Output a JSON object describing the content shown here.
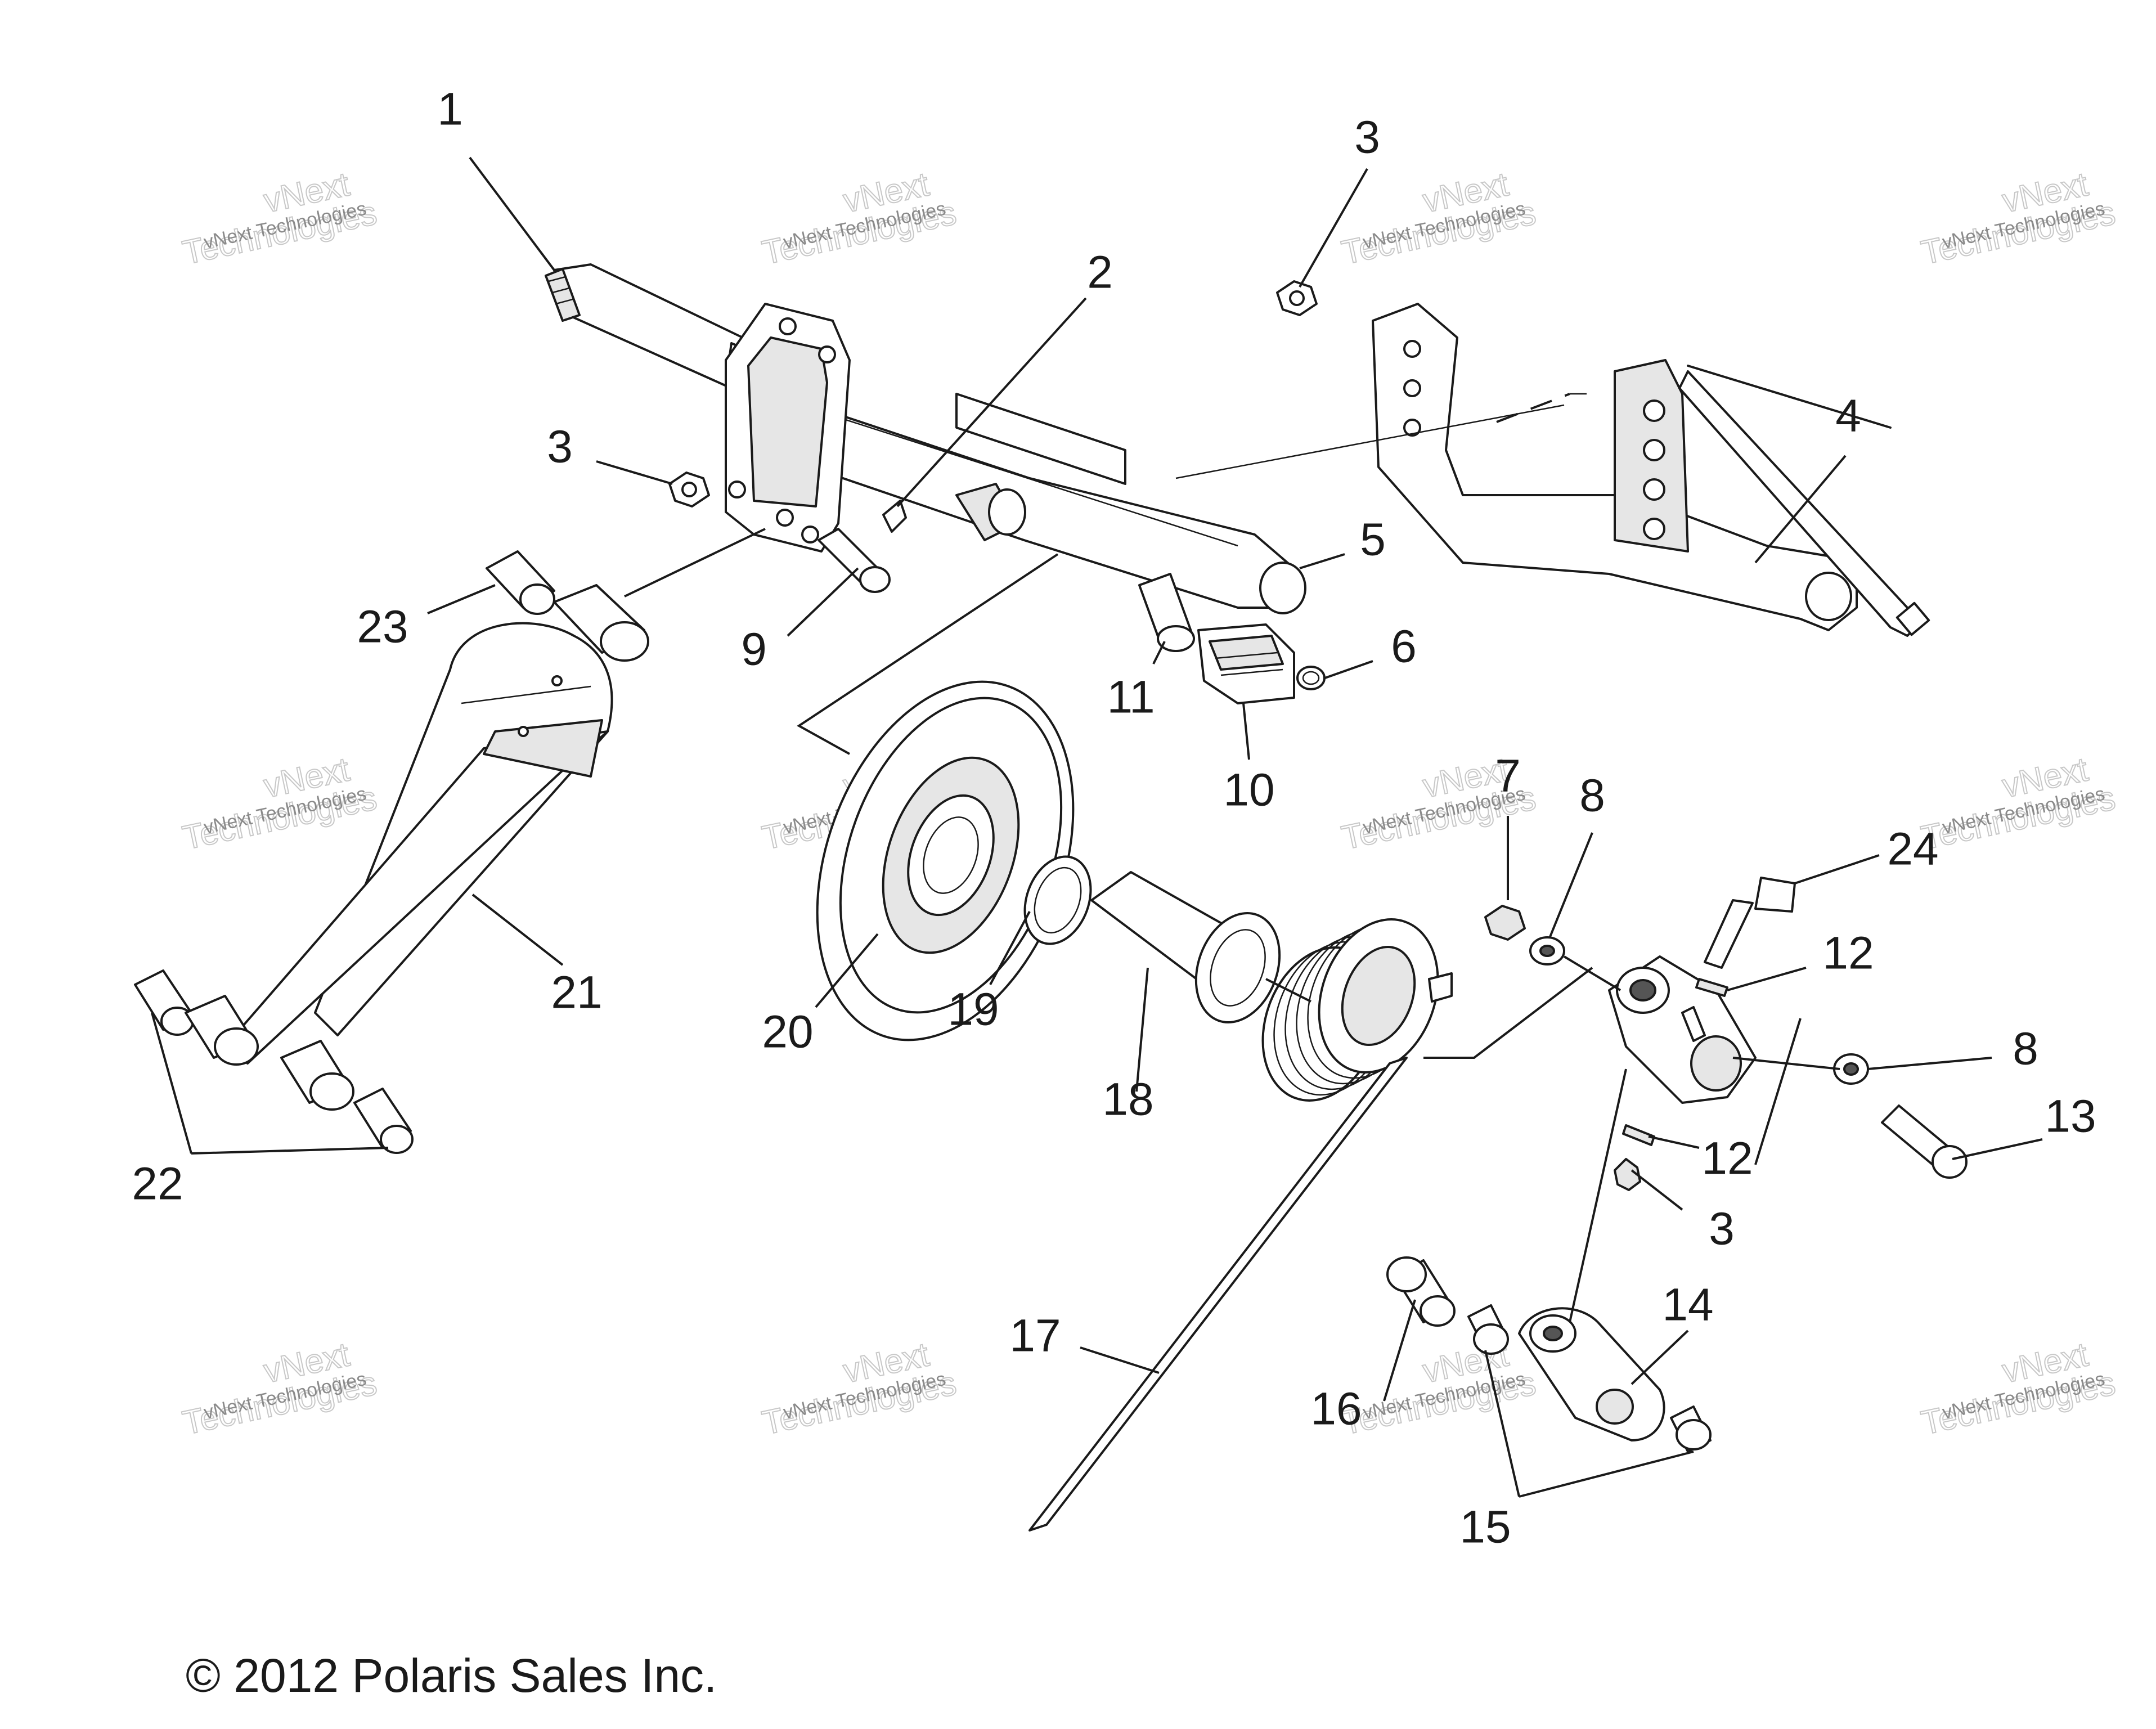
{
  "watermark": {
    "line1": "vNext Technologies",
    "line2": "Technologies",
    "line3": "vNext"
  },
  "callouts": [
    {
      "id": "c1",
      "label": "1"
    },
    {
      "id": "c2",
      "label": "2"
    },
    {
      "id": "c3a",
      "label": "3"
    },
    {
      "id": "c3b",
      "label": "3"
    },
    {
      "id": "c3c",
      "label": "3"
    },
    {
      "id": "c4",
      "label": "4"
    },
    {
      "id": "c5",
      "label": "5"
    },
    {
      "id": "c6",
      "label": "6"
    },
    {
      "id": "c7",
      "label": "7"
    },
    {
      "id": "c8a",
      "label": "8"
    },
    {
      "id": "c8b",
      "label": "8"
    },
    {
      "id": "c9",
      "label": "9"
    },
    {
      "id": "c10",
      "label": "10"
    },
    {
      "id": "c11",
      "label": "11"
    },
    {
      "id": "c12a",
      "label": "12"
    },
    {
      "id": "c12b",
      "label": "12"
    },
    {
      "id": "c13",
      "label": "13"
    },
    {
      "id": "c14",
      "label": "14"
    },
    {
      "id": "c15",
      "label": "15"
    },
    {
      "id": "c16",
      "label": "16"
    },
    {
      "id": "c17",
      "label": "17"
    },
    {
      "id": "c18",
      "label": "18"
    },
    {
      "id": "c19",
      "label": "19"
    },
    {
      "id": "c20",
      "label": "20"
    },
    {
      "id": "c21",
      "label": "21"
    },
    {
      "id": "c22",
      "label": "22"
    },
    {
      "id": "c23",
      "label": "23"
    },
    {
      "id": "c24",
      "label": "24"
    }
  ],
  "copyright": "© 2012 Polaris Sales Inc."
}
